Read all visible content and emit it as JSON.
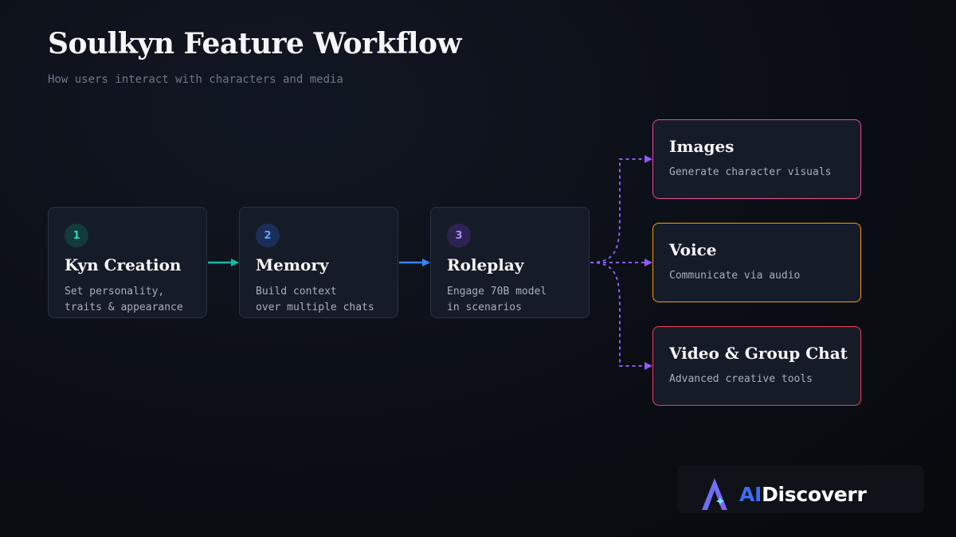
{
  "header": {
    "title": "Soulkyn Feature Workflow",
    "subtitle": "How users interact with characters and media"
  },
  "steps": [
    {
      "number": "1",
      "title": "Kyn Creation",
      "desc": "Set personality,\ntraits & appearance",
      "accent": "#2dd4bf"
    },
    {
      "number": "2",
      "title": "Memory",
      "desc": "Build context\nover multiple chats",
      "accent": "#60a5fa"
    },
    {
      "number": "3",
      "title": "Roleplay",
      "desc": "Engage 70B model\nin scenarios",
      "accent": "#a78bfa"
    }
  ],
  "outputs": [
    {
      "title": "Images",
      "desc": "Generate character visuals",
      "border": "#ec4899"
    },
    {
      "title": "Voice",
      "desc": "Communicate via audio",
      "border": "#f59e0b"
    },
    {
      "title": "Video & Group Chat",
      "desc": "Advanced creative tools",
      "border": "#f43f5e"
    }
  ],
  "connector_colors": {
    "step1_to_step2": "#14b8a6",
    "step2_to_step3": "#3b82f6",
    "branch": "#8b5cf6"
  },
  "logo": {
    "text_ai": "AI",
    "text_rest": "Discoverr",
    "mark_color": "#7c5cf6",
    "icon": "ai-discoverr-logo-icon"
  }
}
